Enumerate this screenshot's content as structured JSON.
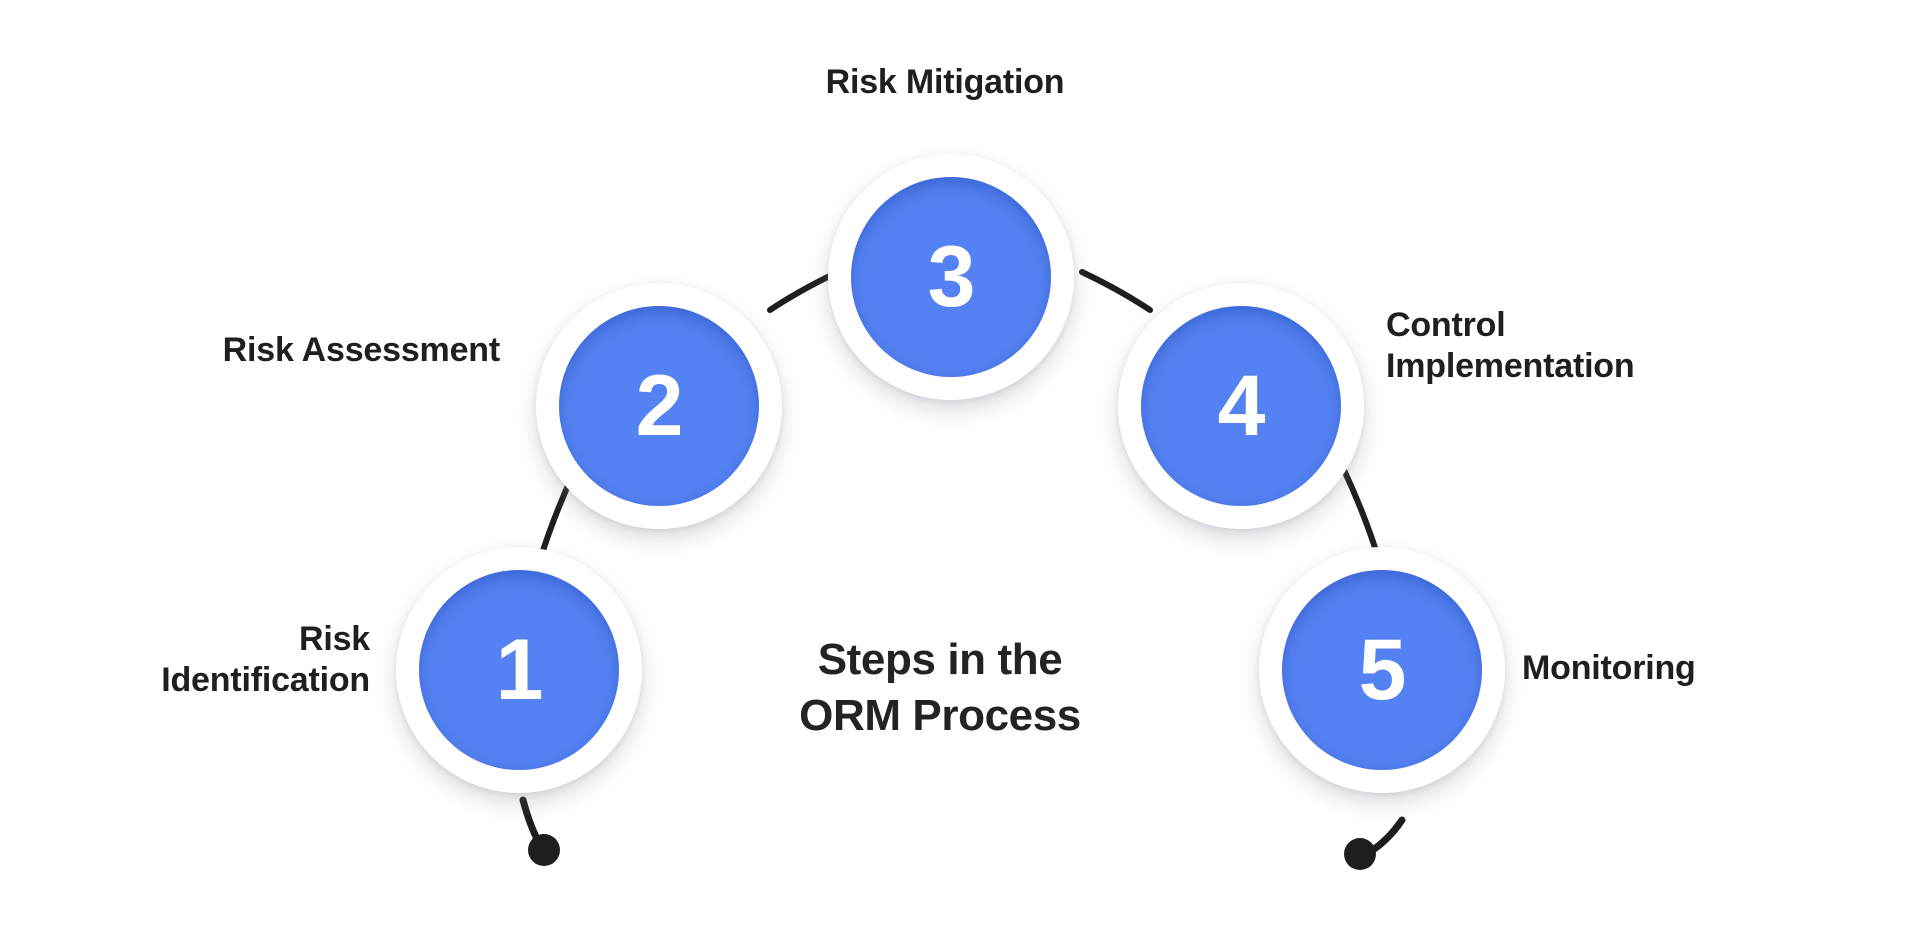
{
  "diagram": {
    "title": "Steps in the\nORM Process",
    "background_color": "#ffffff",
    "accent_color": "#5582f2",
    "ring_color": "#ffffff",
    "text_color": "#1f1f20",
    "connector_color": "#1e1e1e",
    "steps": [
      {
        "number": "1",
        "label": "Risk\nIdentification"
      },
      {
        "number": "2",
        "label": "Risk Assessment"
      },
      {
        "number": "3",
        "label": "Risk Mitigation"
      },
      {
        "number": "4",
        "label": "Control\nImplementation"
      },
      {
        "number": "5",
        "label": "Monitoring"
      }
    ]
  }
}
